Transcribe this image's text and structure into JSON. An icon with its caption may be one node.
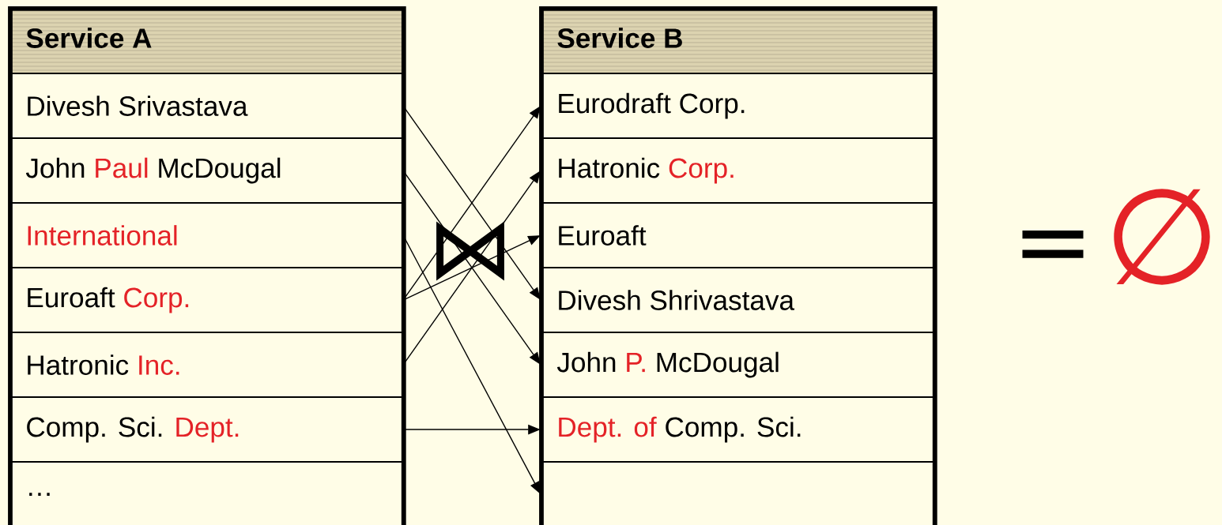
{
  "diagram": {
    "nodes": [
      {
        "text": [
          "Service A"
        ]
      },
      {
        "text": [
          "Divesh Srivastava"
        ],
        "in": 0
      },
      {
        "text": [
          "John *Paul* McDougal"
        ],
        "in": 0
      },
      {
        "text": [
          "International"
        ],
        "in": 0
      },
      {
        "text": [
          "Euroaft *Corp.*"
        ],
        "in": 0
      },
      {
        "text": [
          "Hatronic *Inc.*"
        ],
        "in": 0
      },
      {
        "text": [
          "Comp. Sci. *Dept.*"
        ],
        "in": 0
      },
      {
        "text": [
          "…"
        ],
        "in": 0
      },
      {
        "text": [
          "Service B"
        ]
      },
      {
        "text": [
          "Eurodraft Corp."
        ],
        "in": 8
      },
      {
        "text": [
          "Hatronic *Corp.*"
        ],
        "in": 8
      },
      {
        "text": [
          "Euroaft"
        ],
        "in": 8
      },
      {
        "text": [
          "Divesh Shrivastava"
        ],
        "in": 8
      },
      {
        "text": [
          "John *P.* McDougal"
        ],
        "in": 8
      },
      {
        "text": [
          "*Dept. of* Comp. Sci."
        ],
        "in": 8
      },
      {
        "text": [],
        "shape": "box",
        "in": 8
      }
    ],
    "edges": [
      {
        "from": 1,
        "to": 12,
        "arrow": "to"
      },
      {
        "from": 2,
        "to": 13,
        "arrow": "to"
      },
      {
        "from": 3,
        "to": 15,
        "arrow": "to"
      },
      {
        "from": 4,
        "to": 9,
        "arrow": "to"
      },
      {
        "from": 4,
        "to": 11,
        "arrow": "to"
      },
      {
        "from": 5,
        "to": 10,
        "arrow": "to"
      },
      {
        "from": 6,
        "to": 14,
        "arrow": "to"
      }
    ],
    "labels": [
      "⋈",
      "=",
      "∅"
    ]
  }
}
